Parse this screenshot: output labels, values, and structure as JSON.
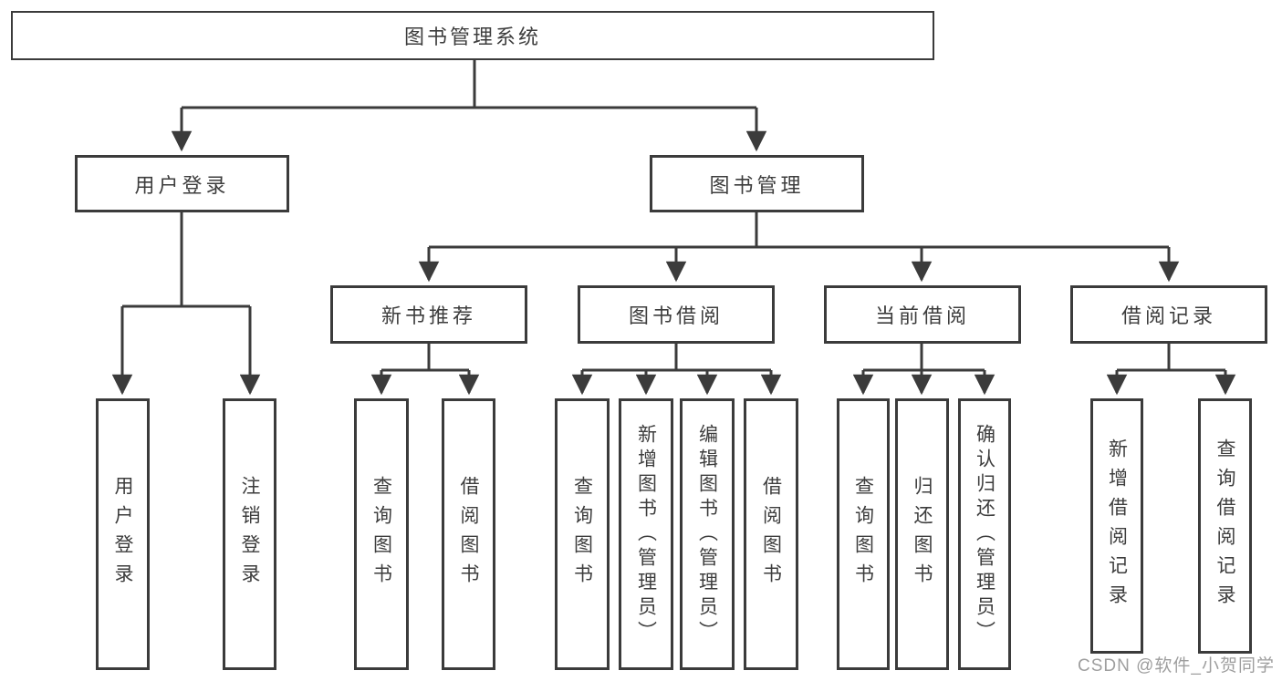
{
  "diagram": {
    "root": {
      "label": "图书管理系统"
    },
    "level2": {
      "user_login": {
        "label": "用户登录"
      },
      "book_mgmt": {
        "label": "图书管理"
      }
    },
    "level3": {
      "new_book_rec": {
        "label": "新书推荐"
      },
      "book_borrow": {
        "label": "图书借阅"
      },
      "current_borrow": {
        "label": "当前借阅"
      },
      "borrow_record": {
        "label": "借阅记录"
      }
    },
    "leaves": {
      "user_login": {
        "label": "用户登录"
      },
      "logout": {
        "label": "注销登录"
      },
      "query_book_rec": {
        "label": "查询图书"
      },
      "borrow_book_rec": {
        "label": "借阅图书"
      },
      "query_book_borrow": {
        "label": "查询图书"
      },
      "add_book": {
        "label": "新增图书（管理员）"
      },
      "edit_book": {
        "label": "编辑图书（管理员）"
      },
      "borrow_book": {
        "label": "借阅图书"
      },
      "query_book_current": {
        "label": "查询图书"
      },
      "return_book": {
        "label": "归还图书"
      },
      "confirm_return": {
        "label": "确认归还（管理员）"
      },
      "add_borrow_record": {
        "label": "新增借阅记录"
      },
      "query_borrow_record": {
        "label": "查询借阅记录"
      }
    }
  },
  "watermark": {
    "text": "CSDN @软件_小贺同学"
  },
  "colors": {
    "line": "#3b3b3b",
    "text": "#3d3d3d",
    "watermark": "#9e9e9e",
    "background": "#ffffff"
  }
}
